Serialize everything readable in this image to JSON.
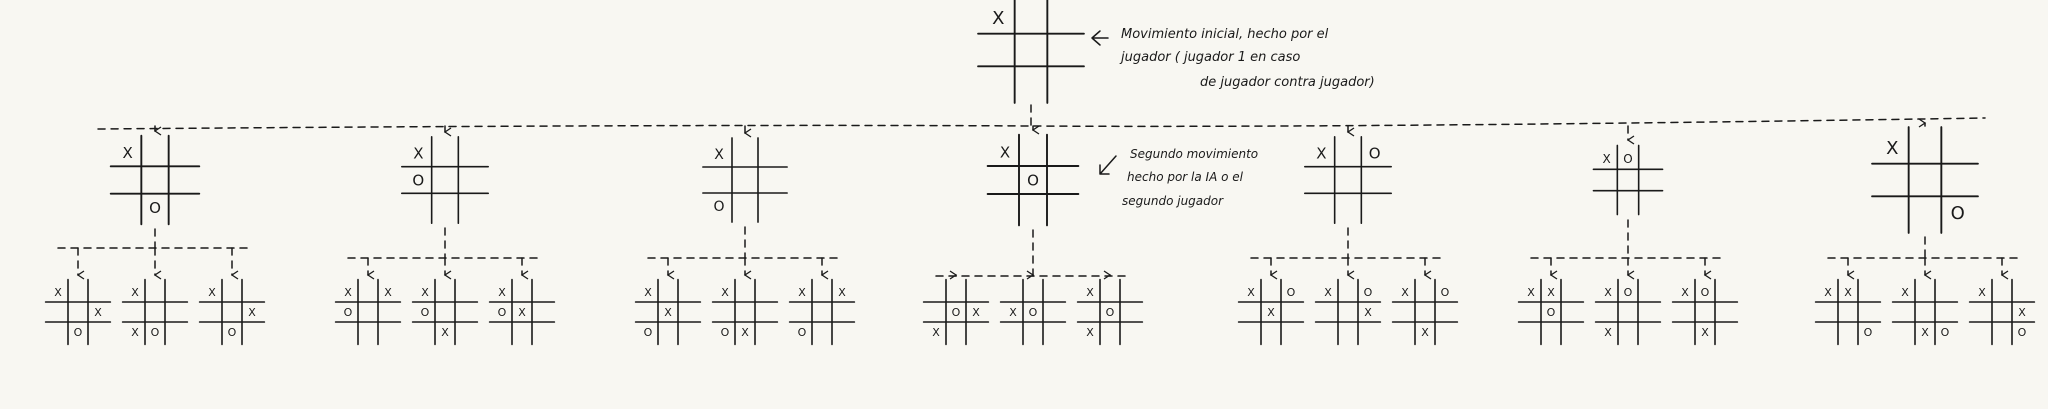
{
  "annotations": {
    "first_move": [
      "Movimiento inicial, hecho por el",
      "jugador ( jugador 1 en caso",
      "de jugador contra jugador)"
    ],
    "second_move": [
      "Segundo movimiento",
      "hecho por la IA o el",
      "segundo jugador"
    ]
  },
  "symbols": {
    "x": "X",
    "o": "O"
  },
  "tree": {
    "root": [
      "X",
      "",
      "",
      "",
      "",
      "",
      "",
      "",
      ""
    ],
    "level1": [
      [
        "X",
        "",
        "",
        "",
        "",
        "",
        "",
        "O",
        ""
      ],
      [
        "X",
        "",
        "",
        "O",
        "",
        "",
        "",
        "",
        ""
      ],
      [
        "X",
        "",
        "",
        "",
        "",
        "",
        "O",
        "",
        ""
      ],
      [
        "X",
        "",
        "",
        "",
        "O",
        "",
        "",
        "",
        ""
      ],
      [
        "X",
        "",
        "O",
        "",
        "",
        "",
        "",
        "",
        ""
      ],
      [
        "X",
        "O",
        "",
        "",
        "",
        "",
        "",
        "",
        ""
      ],
      [
        "X",
        "",
        "",
        "",
        "",
        "",
        "",
        "",
        "O"
      ]
    ],
    "level2": [
      [
        [
          "X",
          "",
          "",
          "",
          "",
          "X",
          "",
          "O",
          ""
        ],
        [
          "X",
          "",
          "",
          "",
          "",
          "",
          "X",
          "O",
          ""
        ],
        [
          "X",
          "",
          "",
          "",
          "",
          "X",
          "",
          "O",
          ""
        ]
      ],
      [
        [
          "X",
          "",
          "X",
          "O",
          "",
          "",
          "",
          "",
          ""
        ],
        [
          "X",
          "",
          "",
          "O",
          "",
          "",
          "",
          "X",
          ""
        ],
        [
          "X",
          "",
          "",
          "O",
          "X",
          "",
          "",
          "",
          ""
        ]
      ],
      [
        [
          "X",
          "",
          "",
          "",
          "X",
          "",
          "O",
          "",
          ""
        ],
        [
          "X",
          "",
          "",
          "",
          "",
          "",
          "O",
          "X",
          ""
        ],
        [
          "X",
          "",
          "X",
          "",
          "",
          "",
          "O",
          "",
          ""
        ]
      ],
      [
        [
          "",
          "",
          "",
          "",
          "O",
          "X",
          "X",
          "",
          ""
        ],
        [
          "",
          "",
          "",
          "X",
          "O",
          "",
          "",
          "",
          ""
        ],
        [
          "X",
          "",
          "",
          "",
          "O",
          "",
          "X",
          "",
          ""
        ]
      ],
      [
        [
          "X",
          "",
          "O",
          "",
          "X",
          "",
          "",
          "",
          ""
        ],
        [
          "X",
          "",
          "O",
          "",
          "",
          "X",
          "",
          "",
          ""
        ],
        [
          "X",
          "",
          "O",
          "",
          "",
          "",
          "",
          "X",
          ""
        ]
      ],
      [
        [
          "X",
          "X",
          "",
          "",
          "O",
          "",
          "",
          "",
          ""
        ],
        [
          "X",
          "O",
          "",
          "",
          "",
          "",
          "X",
          "",
          ""
        ],
        [
          "X",
          "O",
          "",
          "",
          "",
          "",
          "",
          "X",
          ""
        ]
      ],
      [
        [
          "X",
          "X",
          "",
          "",
          "",
          "",
          "",
          "",
          "O"
        ],
        [
          "X",
          "",
          "",
          "",
          "",
          "",
          "",
          "X",
          "O"
        ],
        [
          "X",
          "",
          "",
          "",
          "",
          "X",
          "",
          "",
          "O"
        ]
      ]
    ]
  }
}
